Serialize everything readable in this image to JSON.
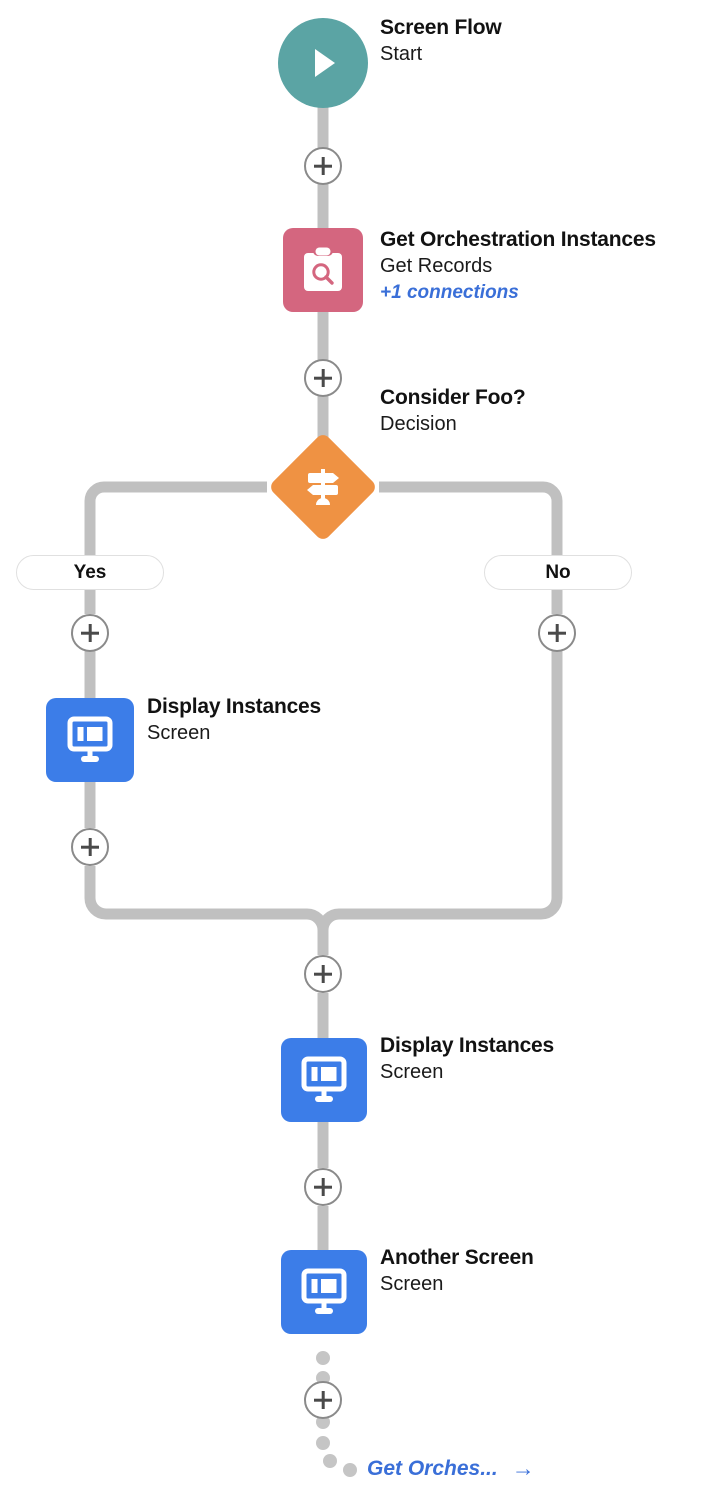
{
  "flow": {
    "colors": {
      "start": "#5BA4A4",
      "get_records": "#D4667F",
      "decision": "#EF9243",
      "screen": "#3C7DE8",
      "connector": "#C0C0C0",
      "link": "#3A6FD8"
    },
    "nodes": [
      {
        "id": "start",
        "title": "Screen Flow",
        "subtitle": "Start",
        "link": "",
        "icon": "play-icon",
        "type": "start"
      },
      {
        "id": "get-orchestration-instances",
        "title": "Get Orchestration Instances",
        "subtitle": "Get Records",
        "link": "+1 connections",
        "icon": "clipboard-search-icon",
        "type": "get-records"
      },
      {
        "id": "consider-foo",
        "title": "Consider Foo?",
        "subtitle": "Decision",
        "link": "",
        "icon": "signpost-icon",
        "type": "decision"
      },
      {
        "id": "display-instances-yes",
        "title": "Display Instances",
        "subtitle": "Screen",
        "link": "",
        "icon": "monitor-icon",
        "type": "screen"
      },
      {
        "id": "display-instances-merge",
        "title": "Display Instances",
        "subtitle": "Screen",
        "link": "",
        "icon": "monitor-icon",
        "type": "screen"
      },
      {
        "id": "another-screen",
        "title": "Another Screen",
        "subtitle": "Screen",
        "link": "",
        "icon": "monitor-icon",
        "type": "screen"
      }
    ],
    "branches": [
      {
        "id": "yes",
        "label": "Yes"
      },
      {
        "id": "no",
        "label": "No"
      }
    ],
    "add_buttons": [
      {
        "id": "add-after-start"
      },
      {
        "id": "add-after-get-records"
      },
      {
        "id": "add-yes-branch"
      },
      {
        "id": "add-no-branch"
      },
      {
        "id": "add-after-display-instances-yes"
      },
      {
        "id": "add-after-merge"
      },
      {
        "id": "add-after-display-instances-merge"
      },
      {
        "id": "add-after-another-screen"
      }
    ],
    "goto": {
      "label": "Get Orches...",
      "arrow": "→"
    }
  }
}
